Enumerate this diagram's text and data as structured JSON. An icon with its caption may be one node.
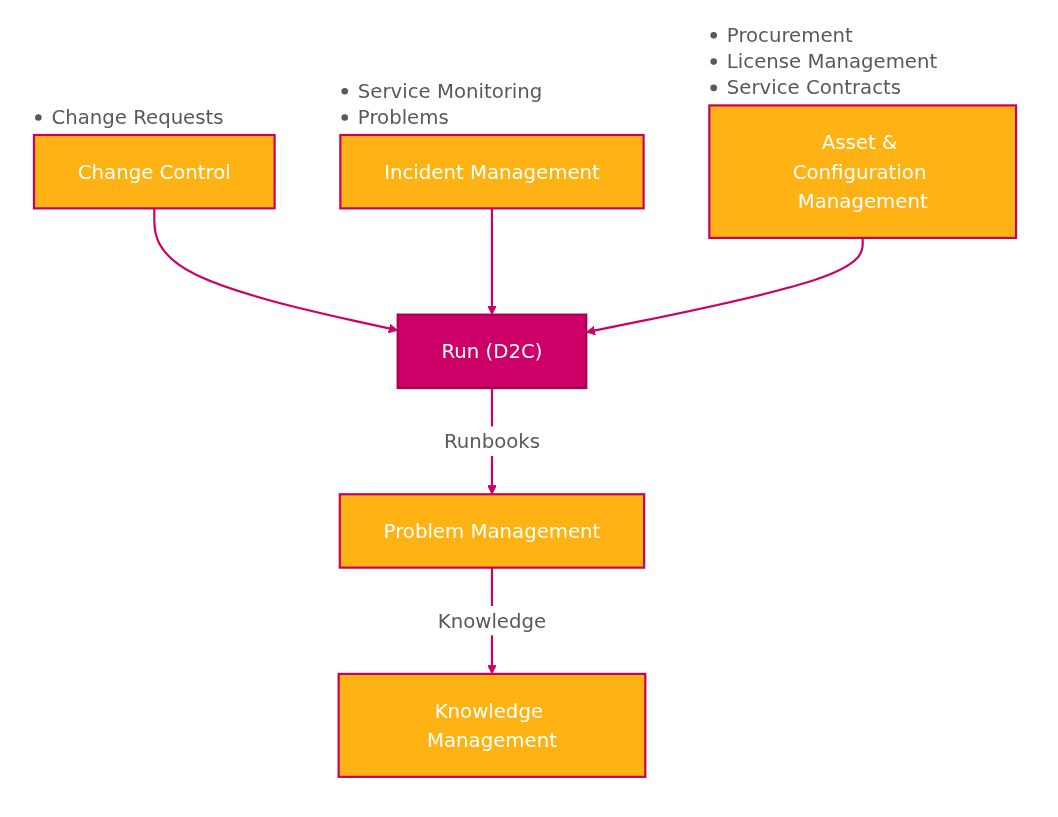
{
  "diagram": {
    "nodes": [
      {
        "text": [
          "Change Control"
        ],
        "beside": [
          "Change Requests"
        ]
      },
      {
        "text": [
          "Incident Management"
        ],
        "beside": [
          "Service Monitoring",
          "Problems"
        ]
      },
      {
        "text": [
          "Asset & Configuration Management"
        ],
        "beside": [
          "Procurement",
          "License Management",
          "Service Contracts"
        ]
      },
      {
        "text": [
          "Run (D2C)"
        ]
      },
      {
        "text": [
          "Problem Management"
        ]
      },
      {
        "text": [
          "Knowledge Management"
        ]
      }
    ],
    "edges": [
      {
        "from": 0,
        "to": 3,
        "arrow": "to"
      },
      {
        "from": 1,
        "to": 3,
        "arrow": "to"
      },
      {
        "from": 2,
        "to": 3,
        "arrow": "to"
      },
      {
        "from": 3,
        "to": 4,
        "label": "Runbooks",
        "arrow": "to"
      },
      {
        "from": 4,
        "to": 5,
        "label": "Knowledge",
        "arrow": "to"
      }
    ]
  }
}
